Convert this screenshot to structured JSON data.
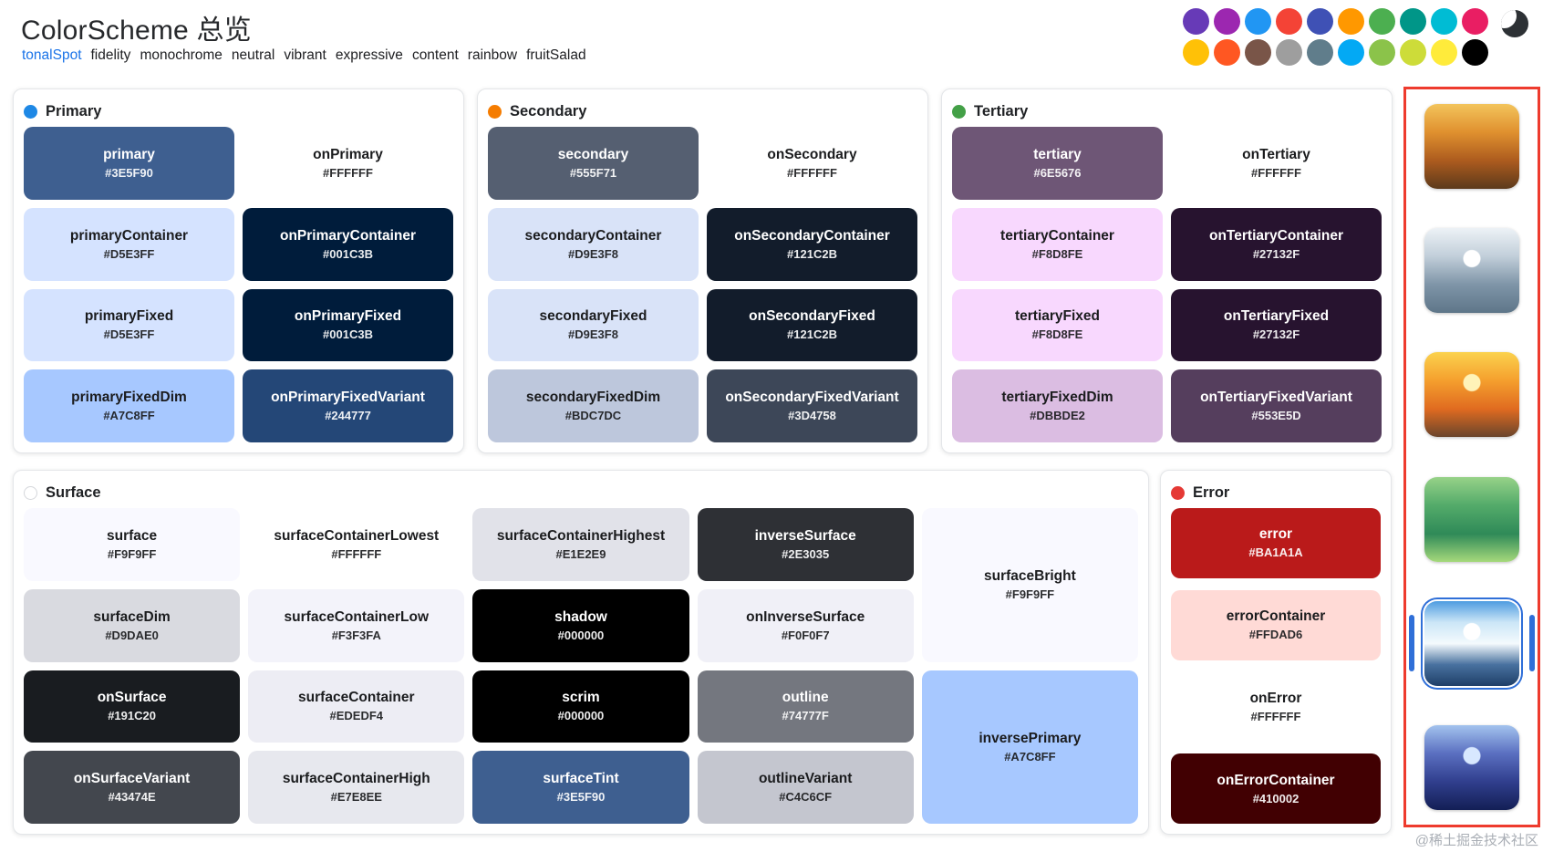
{
  "header": {
    "title": "ColorScheme 总览",
    "variants": [
      {
        "label": "tonalSpot",
        "active": true
      },
      {
        "label": "fidelity",
        "active": false
      },
      {
        "label": "monochrome",
        "active": false
      },
      {
        "label": "neutral",
        "active": false
      },
      {
        "label": "vibrant",
        "active": false
      },
      {
        "label": "expressive",
        "active": false
      },
      {
        "label": "content",
        "active": false
      },
      {
        "label": "rainbow",
        "active": false
      },
      {
        "label": "fruitSalad",
        "active": false
      }
    ],
    "active_variant_color": "#1A73E8",
    "seed_colors": {
      "rows": [
        [
          "#673AB7",
          "#9C27B0",
          "#2196F3",
          "#F44336",
          "#3F51B5",
          "#FF9800",
          "#4CAF50",
          "#009688",
          "#00BCD4",
          "#E91E63"
        ],
        [
          "#FFC107",
          "#FF5722",
          "#795548",
          "#9E9E9E",
          "#607D8B",
          "#03A9F4",
          "#8BC34A",
          "#CDDC39",
          "#FFEB3B",
          "#000000"
        ]
      ]
    },
    "theme_toggle_icon": "moon-icon"
  },
  "cards": {
    "primary": {
      "title": "Primary",
      "dot_color": "#1E88E5",
      "swatches": [
        {
          "token": "primary",
          "hex": "#3E5F90"
        },
        {
          "token": "onPrimary",
          "hex": "#FFFFFF"
        },
        {
          "token": "primaryContainer",
          "hex": "#D5E3FF"
        },
        {
          "token": "onPrimaryContainer",
          "hex": "#001C3B"
        },
        {
          "token": "primaryFixed",
          "hex": "#D5E3FF"
        },
        {
          "token": "onPrimaryFixed",
          "hex": "#001C3B"
        },
        {
          "token": "primaryFixedDim",
          "hex": "#A7C8FF"
        },
        {
          "token": "onPrimaryFixedVariant",
          "hex": "#244777"
        }
      ]
    },
    "secondary": {
      "title": "Secondary",
      "dot_color": "#F57C00",
      "swatches": [
        {
          "token": "secondary",
          "hex": "#555F71"
        },
        {
          "token": "onSecondary",
          "hex": "#FFFFFF"
        },
        {
          "token": "secondaryContainer",
          "hex": "#D9E3F8"
        },
        {
          "token": "onSecondaryContainer",
          "hex": "#121C2B"
        },
        {
          "token": "secondaryFixed",
          "hex": "#D9E3F8"
        },
        {
          "token": "onSecondaryFixed",
          "hex": "#121C2B"
        },
        {
          "token": "secondaryFixedDim",
          "hex": "#BDC7DC"
        },
        {
          "token": "onSecondaryFixedVariant",
          "hex": "#3D4758"
        }
      ]
    },
    "tertiary": {
      "title": "Tertiary",
      "dot_color": "#43A047",
      "swatches": [
        {
          "token": "tertiary",
          "hex": "#6E5676"
        },
        {
          "token": "onTertiary",
          "hex": "#FFFFFF"
        },
        {
          "token": "tertiaryContainer",
          "hex": "#F8D8FE"
        },
        {
          "token": "onTertiaryContainer",
          "hex": "#27132F"
        },
        {
          "token": "tertiaryFixed",
          "hex": "#F8D8FE"
        },
        {
          "token": "onTertiaryFixed",
          "hex": "#27132F"
        },
        {
          "token": "tertiaryFixedDim",
          "hex": "#DBBDE2"
        },
        {
          "token": "onTertiaryFixedVariant",
          "hex": "#553E5D"
        }
      ]
    },
    "surface": {
      "title": "Surface",
      "dot_color": "#FFFFFF",
      "columns": [
        [
          {
            "token": "surface",
            "hex": "#F9F9FF"
          },
          {
            "token": "surfaceDim",
            "hex": "#D9DAE0"
          },
          {
            "token": "onSurface",
            "hex": "#191C20"
          },
          {
            "token": "onSurfaceVariant",
            "hex": "#43474E"
          }
        ],
        [
          {
            "token": "surfaceContainerLowest",
            "hex": "#FFFFFF"
          },
          {
            "token": "surfaceContainerLow",
            "hex": "#F3F3FA"
          },
          {
            "token": "surfaceContainer",
            "hex": "#EDEDF4"
          },
          {
            "token": "surfaceContainerHigh",
            "hex": "#E7E8EE"
          }
        ],
        [
          {
            "token": "surfaceContainerHighest",
            "hex": "#E1E2E9"
          },
          {
            "token": "shadow",
            "hex": "#000000"
          },
          {
            "token": "scrim",
            "hex": "#000000"
          },
          {
            "token": "surfaceTint",
            "hex": "#3E5F90"
          }
        ],
        [
          {
            "token": "inverseSurface",
            "hex": "#2E3035"
          },
          {
            "token": "onInverseSurface",
            "hex": "#F0F0F7"
          },
          {
            "token": "outline",
            "hex": "#74777F"
          },
          {
            "token": "outlineVariant",
            "hex": "#C4C6CF"
          }
        ],
        [
          {
            "token": "surfaceBright",
            "hex": "#F9F9FF"
          },
          {
            "token": "inversePrimary",
            "hex": "#A7C8FF"
          }
        ]
      ]
    },
    "error": {
      "title": "Error",
      "dot_color": "#E53935",
      "swatches": [
        {
          "token": "error",
          "hex": "#BA1A1A"
        },
        {
          "token": "errorContainer",
          "hex": "#FFDAD6"
        },
        {
          "token": "onError",
          "hex": "#FFFFFF"
        },
        {
          "token": "onErrorContainer",
          "hex": "#410002"
        }
      ]
    }
  },
  "image_rail": {
    "border_color": "#EE3B2E",
    "selected_accent": "#2F6FD8",
    "thumbnails": [
      {
        "name": "autumn-forest",
        "selected": false,
        "palette": [
          "#F3C45C",
          "#E0912F",
          "#AC5B1E",
          "#5C3A1B"
        ],
        "accent": ""
      },
      {
        "name": "snow-mountain-lake",
        "selected": false,
        "palette": [
          "#EDF2F6",
          "#C2CFDA",
          "#7E94A7",
          "#5E7689"
        ],
        "accent": "#FFFFFF"
      },
      {
        "name": "sunset-over-sea",
        "selected": false,
        "palette": [
          "#FBD24E",
          "#F5A02E",
          "#E06B20",
          "#6A452C"
        ],
        "accent": "#FFF3B8"
      },
      {
        "name": "green-pond",
        "selected": false,
        "palette": [
          "#97D288",
          "#54AB6A",
          "#2F8A58",
          "#A6D97B"
        ],
        "accent": ""
      },
      {
        "name": "lake-and-clouds",
        "selected": true,
        "palette": [
          "#4E9CE0",
          "#CBE6F7",
          "#F4FAFD",
          "#48719F",
          "#1F3F68"
        ],
        "accent": "#FFFFFF"
      },
      {
        "name": "fantasy-night",
        "selected": false,
        "palette": [
          "#A3C3EE",
          "#5B70C1",
          "#303E8D",
          "#131F55"
        ],
        "accent": "#D8E8FF"
      }
    ]
  },
  "watermark": "@稀土掘金技术社区"
}
